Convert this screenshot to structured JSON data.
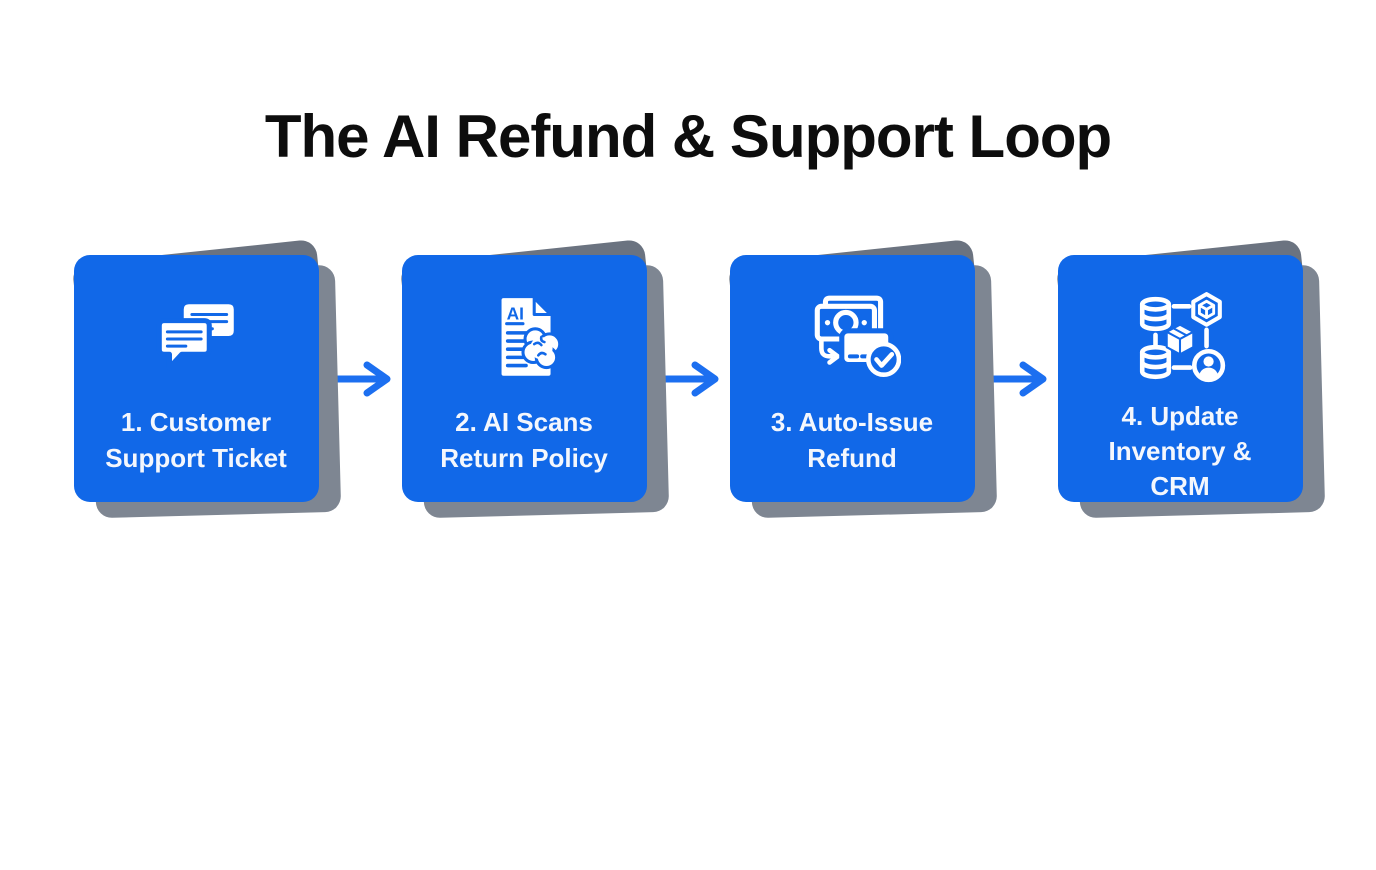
{
  "title": "The AI Refund & Support Loop",
  "colors": {
    "background": "#FFFFFF",
    "title_text": "#0D0D0D",
    "card_blue": "#1168E8",
    "card_text": "#F4F7FD",
    "shadow_dark": "#6B7380",
    "shadow_light": "#7E8692",
    "arrow_blue": "#1C6FF0"
  },
  "connector_icon": "arrow-right-icon",
  "steps": [
    {
      "label": "1. Customer Support Ticket",
      "icon": "chat-bubbles-icon"
    },
    {
      "label": "2. AI Scans Return Policy",
      "icon": "document-ai-brain-icon"
    },
    {
      "label": "3. Auto-Issue Refund",
      "icon": "banknote-card-check-icon"
    },
    {
      "label": "4. Update Inventory & CRM",
      "icon": "database-network-icon"
    }
  ]
}
